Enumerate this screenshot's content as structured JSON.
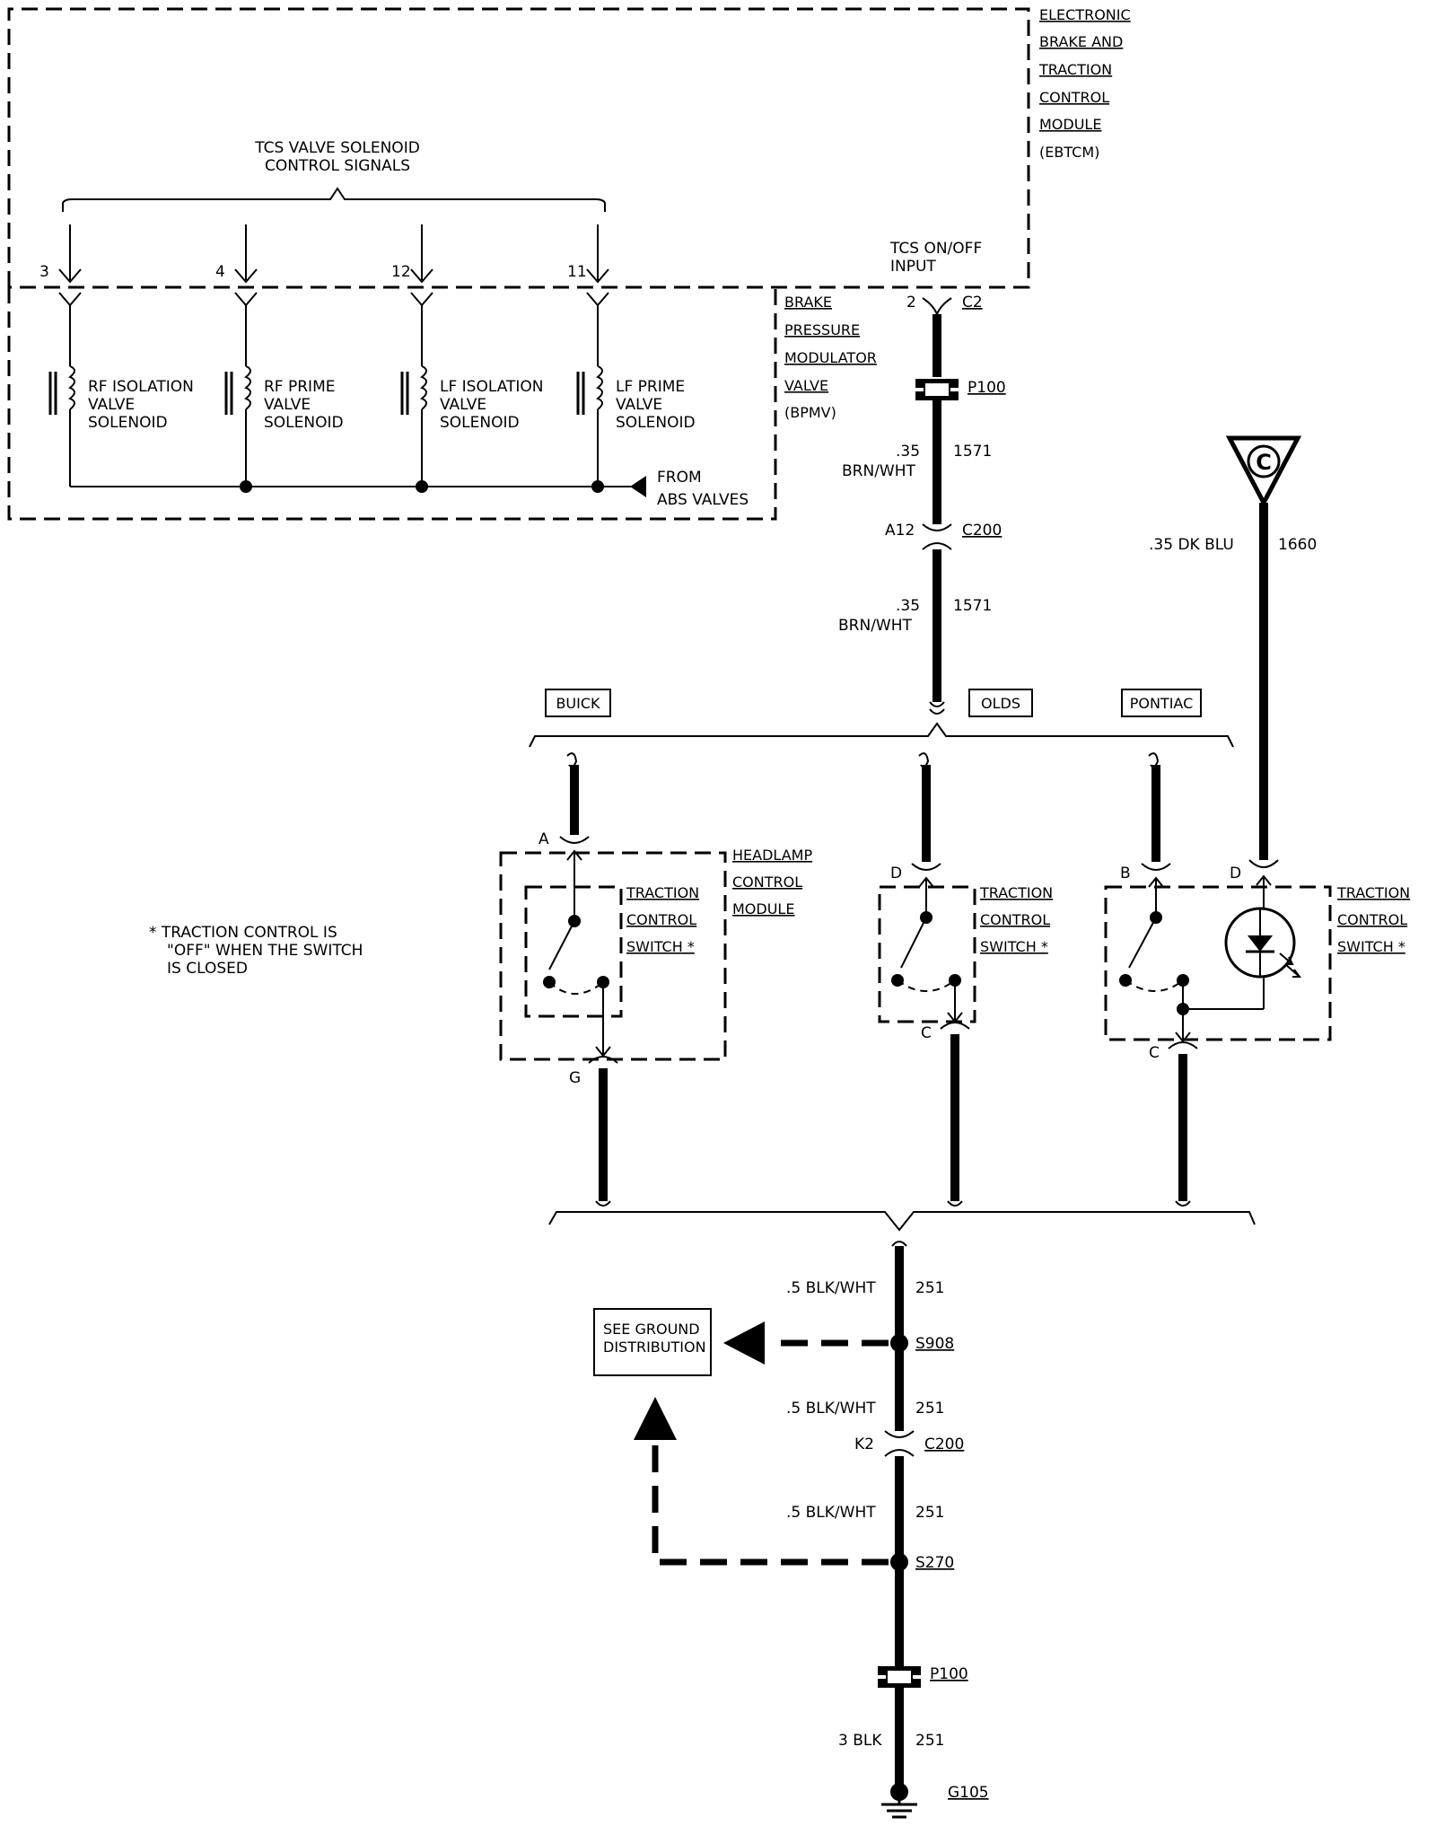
{
  "ebtcm": {
    "title": [
      "ELECTRONIC",
      "BRAKE AND",
      "TRACTION",
      "CONTROL",
      "MODULE",
      "(EBTCM)"
    ],
    "signals_label": [
      "TCS VALVE SOLENOID",
      "CONTROL SIGNALS"
    ],
    "tcs_input_label": [
      "TCS ON/OFF",
      "INPUT"
    ]
  },
  "bpmv": {
    "title": [
      "BRAKE",
      "PRESSURE",
      "MODULATOR",
      "VALVE",
      "(BPMV)"
    ],
    "from_abs": [
      "FROM",
      "ABS VALVES"
    ]
  },
  "solenoids": [
    {
      "pin": "3",
      "label": [
        "RF ISOLATION",
        "VALVE",
        "SOLENOID"
      ]
    },
    {
      "pin": "4",
      "label": [
        "RF PRIME",
        "VALVE",
        "SOLENOID"
      ]
    },
    {
      "pin": "12",
      "label": [
        "LF ISOLATION",
        "VALVE",
        "SOLENOID"
      ]
    },
    {
      "pin": "11",
      "label": [
        "LF PRIME",
        "VALVE",
        "SOLENOID"
      ]
    }
  ],
  "upper_circuit": {
    "pin_c2": "2",
    "conn_c2": "C2",
    "p100": "P100",
    "wire1_gauge": ".35",
    "wire1_color": "BRN/WHT",
    "wire1_circuit": "1571",
    "c200_pin": "A12",
    "c200": "C200",
    "wire2_gauge": ".35",
    "wire2_color": "BRN/WHT",
    "wire2_circuit": "1571"
  },
  "feed_c": {
    "symbol": "C",
    "wire": ".35 DK BLU",
    "circuit": "1660"
  },
  "variants": [
    "BUICK",
    "OLDS",
    "PONTIAC"
  ],
  "buick": {
    "pin_top": "A",
    "pin_bottom": "G",
    "module": [
      "HEADLAMP",
      "CONTROL",
      "MODULE"
    ],
    "switch": [
      "TRACTION",
      "CONTROL",
      "SWITCH *"
    ]
  },
  "olds": {
    "pin_top": "D",
    "pin_bottom": "C",
    "switch": [
      "TRACTION",
      "CONTROL",
      "SWITCH *"
    ]
  },
  "pontiac": {
    "pin_top_b": "B",
    "pin_top_d": "D",
    "pin_bottom": "C",
    "switch": [
      "TRACTION",
      "CONTROL",
      "SWITCH *"
    ]
  },
  "note": [
    "* TRACTION CONTROL IS",
    "\"OFF\" WHEN THE SWITCH",
    "IS CLOSED"
  ],
  "ground": {
    "wire_a": ".5 BLK/WHT",
    "circuit_a": "251",
    "s908": "S908",
    "see_ground": [
      "SEE GROUND",
      "DISTRIBUTION"
    ],
    "wire_b": ".5 BLK/WHT",
    "circuit_b": "251",
    "c200_pin": "K2",
    "c200": "C200",
    "wire_c": ".5 BLK/WHT",
    "circuit_c": "251",
    "s270": "S270",
    "p100": "P100",
    "wire_d": "3 BLK",
    "circuit_d": "251",
    "g105": "G105"
  }
}
